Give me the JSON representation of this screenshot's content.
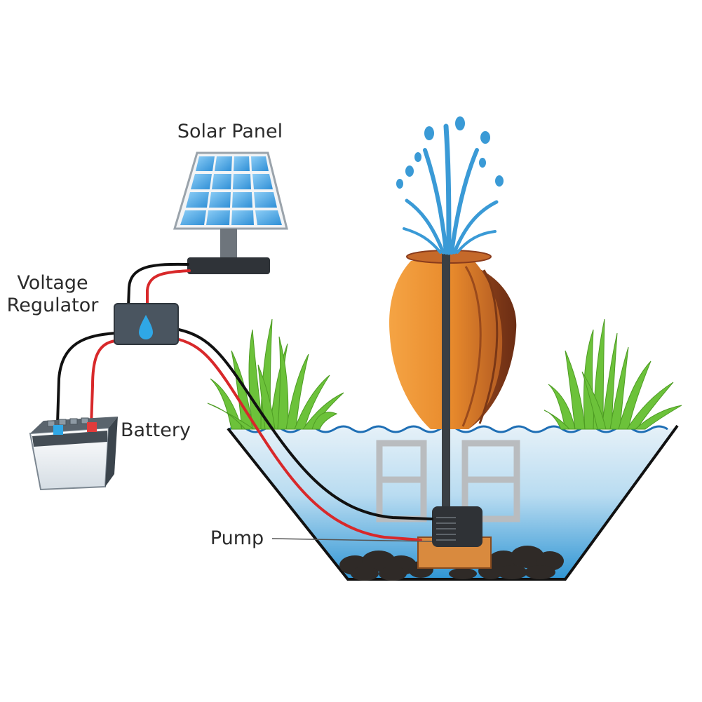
{
  "labels": {
    "solar_panel": "Solar Panel",
    "voltage_regulator_line1": "Voltage",
    "voltage_regulator_line2": "Regulator",
    "battery": "Battery",
    "pump": "Pump"
  },
  "colors": {
    "water_top": "#dcecf6",
    "water_bottom": "#3c9fd8",
    "water_jet": "#3a9ad6",
    "urn_light": "#f09a3a",
    "urn_dark": "#8a3c1c",
    "grass": "#6cc23a",
    "wire_red": "#d8282a",
    "wire_black": "#111111",
    "solar_cell": "#4aa6e6",
    "regulator": "#4a5560",
    "pump_body": "#2f3236",
    "pump_base": "#d98a3e",
    "stand": "#b9bcbf",
    "label_text": "#2b2b2b"
  },
  "icons": {
    "regulator_mark": "water-drop-icon"
  }
}
